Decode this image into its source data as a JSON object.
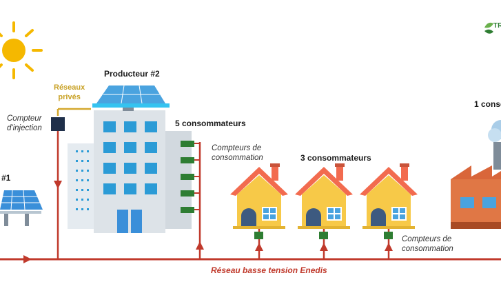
{
  "labels": {
    "producer_1_suffix": "#1",
    "producer_2": "Producteur #2",
    "private_network_line1": "Réseaux",
    "private_network_line2": "privés",
    "injection_meter_line1": "Compteur",
    "injection_meter_line2": "d'injection",
    "consumers_5": "5 consommateurs",
    "consumption_meters_top_line1": "Compteurs de",
    "consumption_meters_top_line2": "consommation",
    "consumers_3": "3 consommateurs",
    "consumers_1_partial": "1 conso",
    "consumption_meters_bottom_line1": "Compteurs de",
    "consumption_meters_bottom_line2": "consommation",
    "grid": "Réseau basse tension Enedis",
    "logo_partial": "TR"
  },
  "colors": {
    "grid_line": "#c0392b",
    "private_line": "#d4a72c",
    "sun": "#f5b800",
    "house_roof": "#f26b4f",
    "house_wall": "#f7c948",
    "building": "#d8dee4",
    "window": "#2b9bd6",
    "meter": "#2e7d32",
    "factory": "#d9663a"
  },
  "icons": [
    "sun-icon",
    "solar-panel-icon",
    "building-icon",
    "house-icon",
    "factory-icon",
    "meter-icon",
    "logo-icon"
  ]
}
